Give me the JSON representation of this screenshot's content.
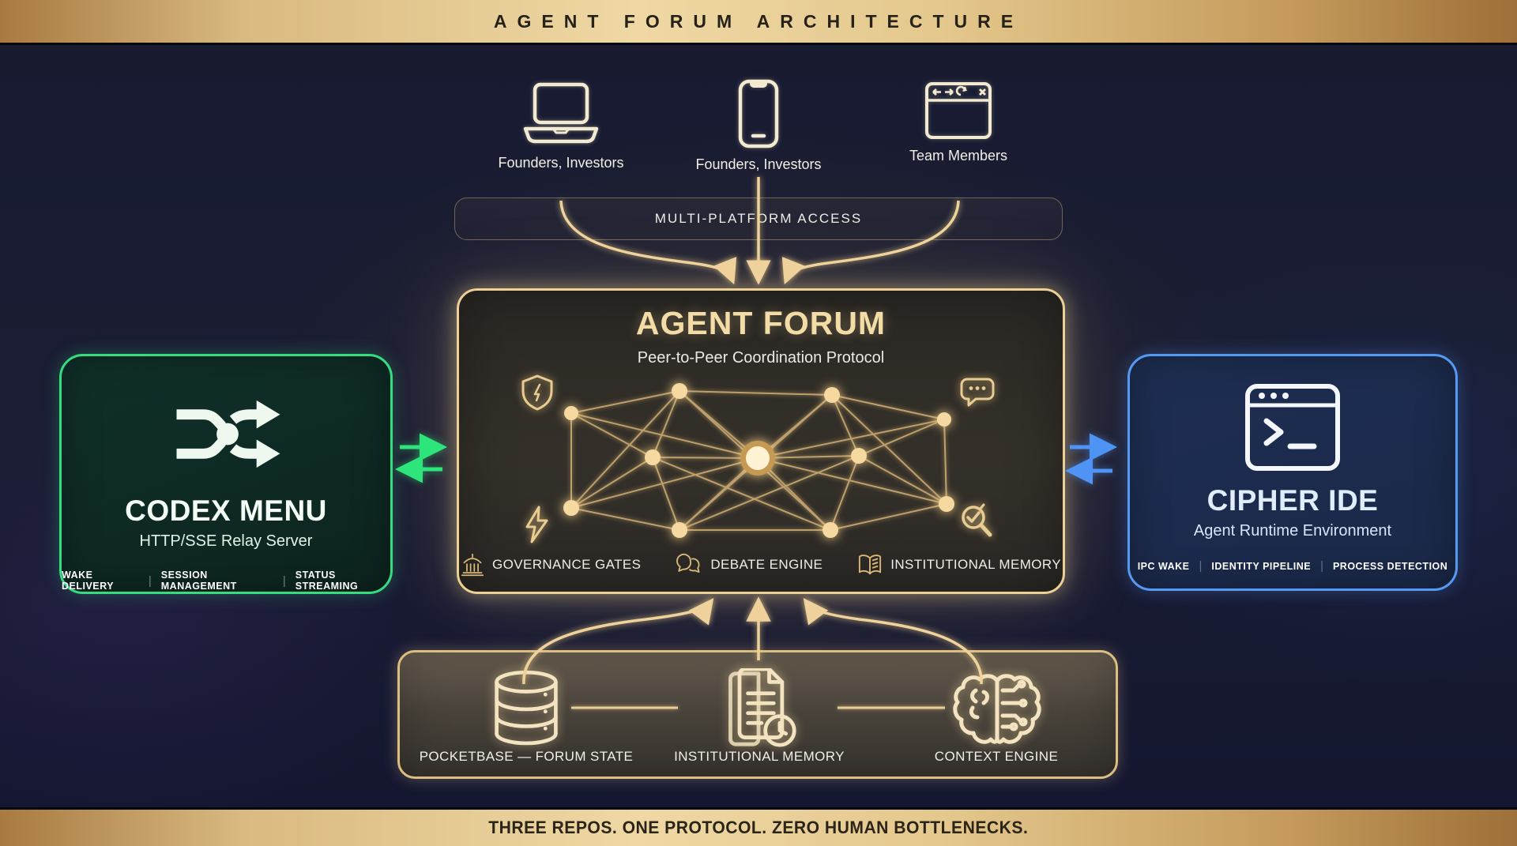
{
  "banner": {
    "top_title": "AGENT FORUM ARCHITECTURE",
    "bottom_tagline": "THREE REPOS. ONE PROTOCOL. ZERO HUMAN BOTTLENECKS."
  },
  "access": {
    "label": "MULTI-PLATFORM ACCESS",
    "devices": [
      {
        "icon": "laptop-icon",
        "label": "Founders, Investors"
      },
      {
        "icon": "smartphone-icon",
        "label": "Founders, Investors"
      },
      {
        "icon": "browser-icon",
        "label": "Team Members"
      }
    ]
  },
  "forum": {
    "title": "AGENT FORUM",
    "subtitle": "Peer-to-Peer Coordination Protocol",
    "features": [
      {
        "icon": "governance-gates-icon",
        "label": "GOVERNANCE GATES"
      },
      {
        "icon": "debate-engine-icon",
        "label": "DEBATE ENGINE"
      },
      {
        "icon": "institutional-memory-icon",
        "label": "INSTITUTIONAL MEMORY"
      }
    ],
    "corner_icons": [
      "shield-icon",
      "speech-bubble-icon",
      "lightning-icon",
      "magnifier-check-icon"
    ]
  },
  "codex": {
    "title": "CODEX MENU",
    "subtitle": "HTTP/SSE Relay Server",
    "capabilities": [
      "WAKE DELIVERY",
      "SESSION MANAGEMENT",
      "STATUS STREAMING"
    ],
    "divider": "|",
    "icon": "shuffle-icon",
    "accent": "#35dd80"
  },
  "cipher": {
    "title": "CIPHER IDE",
    "subtitle": "Agent Runtime Environment",
    "capabilities": [
      "IPC WAKE",
      "IDENTITY PIPELINE",
      "PROCESS DETECTION"
    ],
    "divider": "|",
    "icon": "terminal-window-icon",
    "accent": "#559af2"
  },
  "stores": {
    "items": [
      {
        "icon": "database-icon",
        "label": "POCKETBASE — FORUM STATE"
      },
      {
        "icon": "document-clock-icon",
        "label": "INSTITUTIONAL MEMORY"
      },
      {
        "icon": "brain-circuit-icon",
        "label": "CONTEXT ENGINE"
      }
    ]
  },
  "colors": {
    "gold": "#efd29b",
    "green": "#2de57a",
    "blue": "#4f94f5",
    "banner_gold": "#e4c88d",
    "background_navy": "#1a1d33"
  }
}
